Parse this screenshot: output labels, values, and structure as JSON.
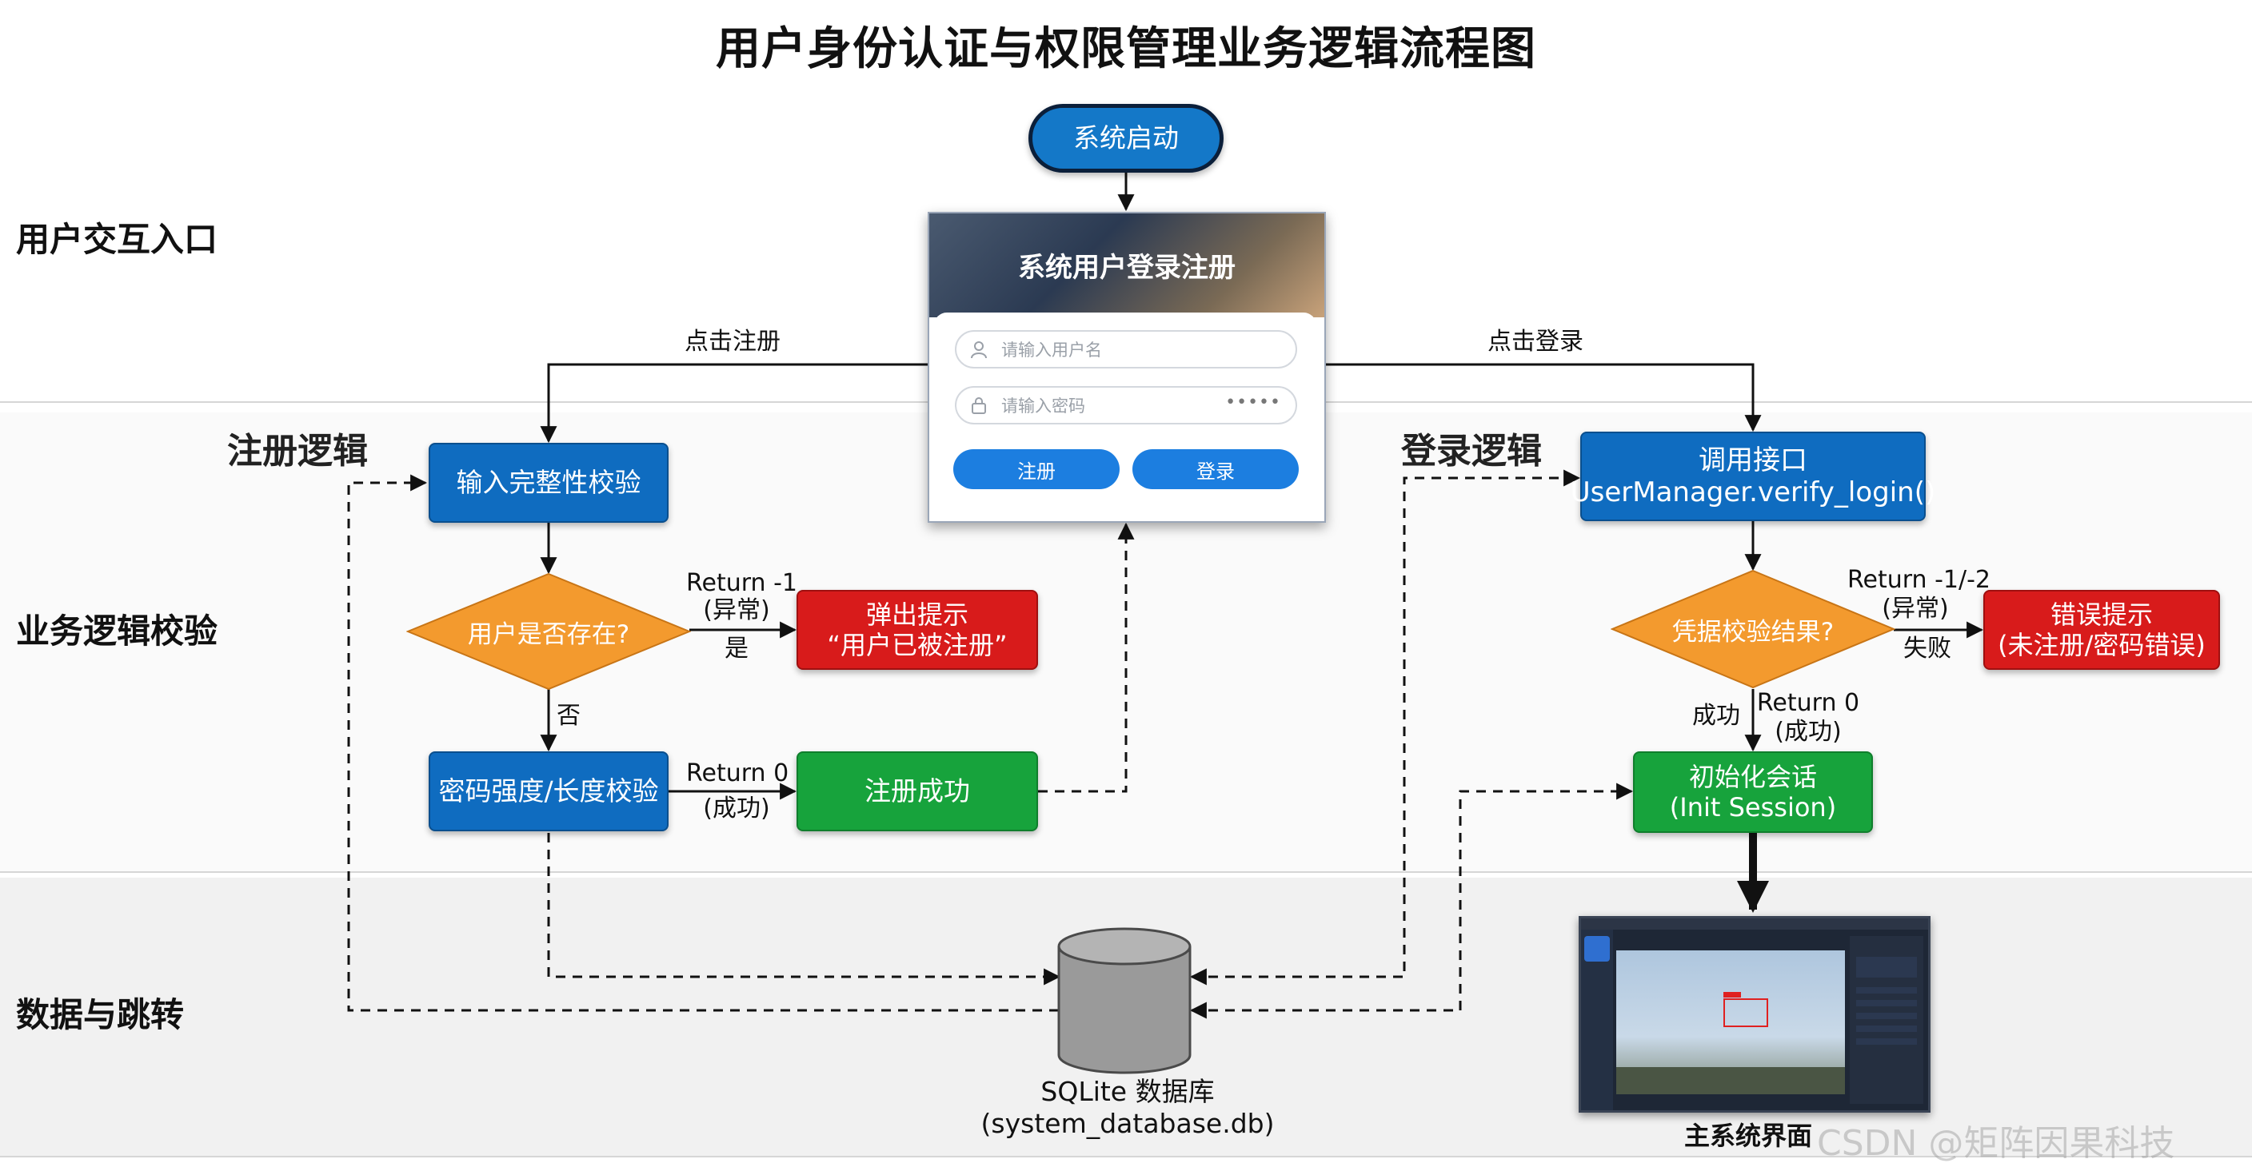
{
  "title": "用户身份认证与权限管理业务逻辑流程图",
  "lanes": {
    "interaction": "用户交互入口",
    "logic": "业务逻辑校验",
    "data": "数据与跳转"
  },
  "sections": {
    "register": "注册逻辑",
    "login": "登录逻辑"
  },
  "nodes": {
    "start": "系统启动",
    "reg_check": "输入完整性校验",
    "user_exists": "用户是否存在?",
    "popup_l1": "弹出提示",
    "popup_l2": "“用户已被注册”",
    "pwd_check": "密码强度/长度校验",
    "reg_success": "注册成功",
    "api_l1": "调用接口",
    "api_l2": "UserManager.verify_login()",
    "cred_result": "凭据校验结果?",
    "err_l1": "错误提示",
    "err_l2": "(未注册/密码错误)",
    "init_l1": "初始化会话",
    "init_l2": "(Init Session)",
    "db_l1": "SQLite 数据库",
    "db_l2": "(system_database.db)",
    "main_ui": "主系统界面"
  },
  "login_panel": {
    "title": "系统用户登录注册",
    "username_placeholder": "请输入用户名",
    "password_placeholder": "请输入密码",
    "password_mask": "•••••",
    "register_btn": "注册",
    "login_btn": "登录"
  },
  "edge_labels": {
    "click_register": "点击注册",
    "click_login": "点击登录",
    "ret_neg1": "Return -1",
    "abnormal": "(异常)",
    "yes": "是",
    "no": "否",
    "ret_0": "Return 0",
    "success_paren": "(成功)",
    "ret_neg12": "Return -1/-2",
    "fail": "失败",
    "success": "成功"
  },
  "watermark": "CSDN @矩阵因果科技",
  "colors": {
    "blue": "#0f6cc0",
    "green": "#17a33c",
    "red": "#d81b1b",
    "orange": "#f39a2e",
    "db_gray": "#9a9a9a"
  }
}
